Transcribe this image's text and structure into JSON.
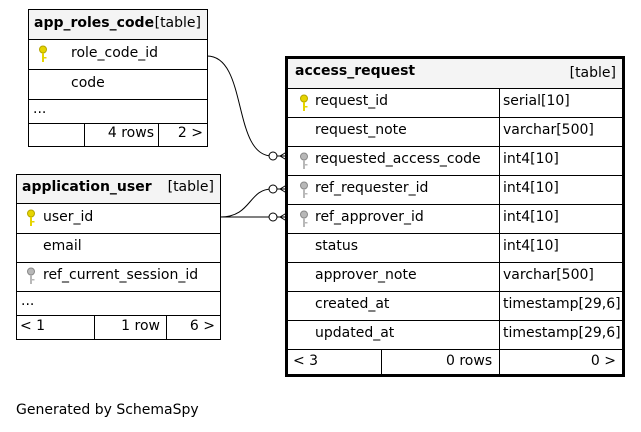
{
  "tables": {
    "app_roles_code": {
      "name": "app_roles_code",
      "type": "[table]",
      "columns": [
        {
          "name": "role_code_id",
          "key": "primary"
        },
        {
          "name": "code",
          "key": "none"
        }
      ],
      "more": "...",
      "footer": {
        "left": "",
        "rows": "4 rows",
        "right": "2 >"
      }
    },
    "application_user": {
      "name": "application_user",
      "type": "[table]",
      "columns": [
        {
          "name": "user_id",
          "key": "primary"
        },
        {
          "name": "email",
          "key": "none"
        },
        {
          "name": "ref_current_session_id",
          "key": "foreign"
        }
      ],
      "more": "...",
      "footer": {
        "left": "< 1",
        "rows": "1 row",
        "right": "6 >"
      }
    },
    "access_request": {
      "name": "access_request",
      "type": "[table]",
      "columns": [
        {
          "name": "request_id",
          "type": "serial[10]",
          "key": "primary"
        },
        {
          "name": "request_note",
          "type": "varchar[500]",
          "key": "none"
        },
        {
          "name": "requested_access_code",
          "type": "int4[10]",
          "key": "foreign"
        },
        {
          "name": "ref_requester_id",
          "type": "int4[10]",
          "key": "foreign"
        },
        {
          "name": "ref_approver_id",
          "type": "int4[10]",
          "key": "foreign"
        },
        {
          "name": "status",
          "type": "int4[10]",
          "key": "none"
        },
        {
          "name": "approver_note",
          "type": "varchar[500]",
          "key": "none"
        },
        {
          "name": "created_at",
          "type": "timestamp[29,6]",
          "key": "none"
        },
        {
          "name": "updated_at",
          "type": "timestamp[29,6]",
          "key": "none"
        }
      ],
      "footer": {
        "left": "< 3",
        "rows": "0 rows",
        "right": "0 >"
      }
    }
  },
  "relationships": [
    {
      "from": "access_request.requested_access_code",
      "to": "app_roles_code.role_code_id"
    },
    {
      "from": "access_request.ref_requester_id",
      "to": "application_user.user_id"
    },
    {
      "from": "access_request.ref_approver_id",
      "to": "application_user.user_id"
    }
  ],
  "colors": {
    "primary_key": "#e6d400",
    "foreign_key": "#a0a0a0",
    "header_bg": "#f4f4f4"
  },
  "generated_by": "Generated by SchemaSpy"
}
